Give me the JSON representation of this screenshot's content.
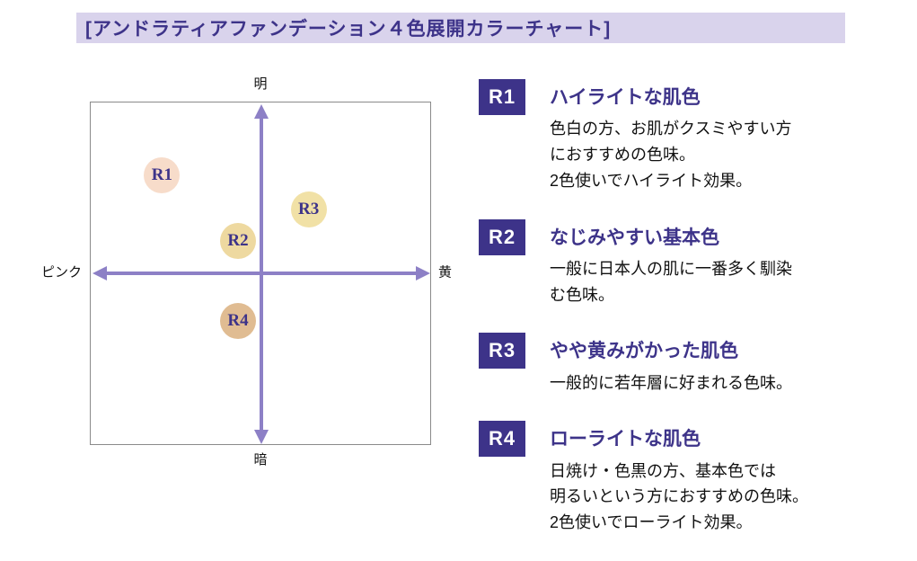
{
  "title": "[アンドラティアファンデーション４色展開カラーチャート]",
  "colors": {
    "header_bg": "#d9d3ec",
    "accent": "#3d3389",
    "arrow": "#8d80c6",
    "chart_border": "#8a8a8a"
  },
  "chart_data": {
    "type": "scatter",
    "title": "アンドラティアファンデーション４色展開カラーチャート",
    "axes": {
      "top": "明",
      "bottom": "暗",
      "left": "ピンク",
      "right": "黄"
    },
    "points": [
      {
        "label": "R1",
        "left_pct": 21.0,
        "top_pct": 21.2,
        "color": "#f7dcca"
      },
      {
        "label": "R2",
        "left_pct": 43.4,
        "top_pct": 40.6,
        "color": "#eed9a0"
      },
      {
        "label": "R3",
        "left_pct": 64.2,
        "top_pct": 31.2,
        "color": "#f1e1a6"
      },
      {
        "label": "R4",
        "left_pct": 43.4,
        "top_pct": 63.9,
        "color": "#e0bc92"
      }
    ]
  },
  "legend": [
    {
      "badge": "R1",
      "heading": "ハイライトな肌色",
      "body": "色白の方、お肌がクスミやすい方\nにおすすめの色味。\n2色使いでハイライト効果。"
    },
    {
      "badge": "R2",
      "heading": "なじみやすい基本色",
      "body": "一般に日本人の肌に一番多く馴染\nむ色味。"
    },
    {
      "badge": "R3",
      "heading": "やや黄みがかった肌色",
      "body": "一般的に若年層に好まれる色味。"
    },
    {
      "badge": "R4",
      "heading": "ローライトな肌色",
      "body": "日焼け・色黒の方、基本色では\n明るいという方におすすめの色味。\n2色使いでローライト効果。"
    }
  ]
}
